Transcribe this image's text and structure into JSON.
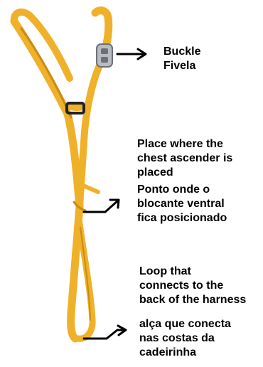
{
  "colors": {
    "strap": "#f0b12a",
    "strap_shadow": "#c98b12",
    "strap_light": "#f7cf6a",
    "buckle": "#b9bcc0",
    "buckle_dark": "#6d7177",
    "slider": "#222222",
    "arrow": "#000000",
    "text": "#000000"
  },
  "annotations": {
    "buckle": {
      "lines": [
        "Buckle",
        "Fivela"
      ]
    },
    "chest_ascender": {
      "lines": [
        "Place where the",
        "chest ascender is",
        "placed",
        "Ponto onde o",
        "blocante ventral",
        "fica posicionado"
      ]
    },
    "back_loop": {
      "lines": [
        "Loop that",
        "connects to the",
        "back of the harness",
        "alça que conecta",
        "nas costas da",
        "cadeirinha"
      ]
    }
  }
}
